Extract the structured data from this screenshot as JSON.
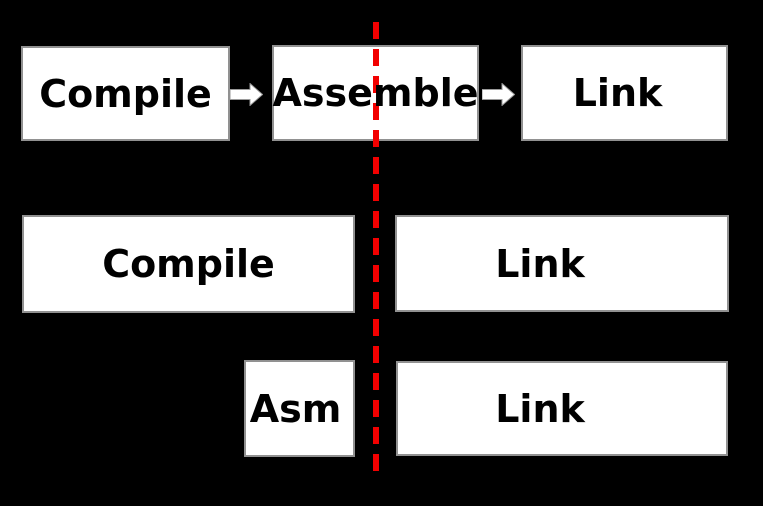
{
  "colors": {
    "background": "#000000",
    "box_fill": "#ffffff",
    "box_border": "#919191",
    "label_text": "#000000",
    "divider_red": "#f20000",
    "arrow_fill": "#ffffff"
  },
  "icons": {
    "arrow1": "right-block-arrow",
    "arrow2": "right-block-arrow",
    "divider": "vertical-red-dashed-line"
  },
  "rows": {
    "top": {
      "boxes": [
        {
          "label": "Compile"
        },
        {
          "label": "Assemble"
        },
        {
          "label": "Link"
        }
      ]
    },
    "middle": {
      "boxes": [
        {
          "label": "Compile"
        },
        {
          "label": "Link"
        }
      ]
    },
    "bottom": {
      "boxes": [
        {
          "label": "Asm"
        },
        {
          "label": "Link"
        }
      ]
    }
  }
}
